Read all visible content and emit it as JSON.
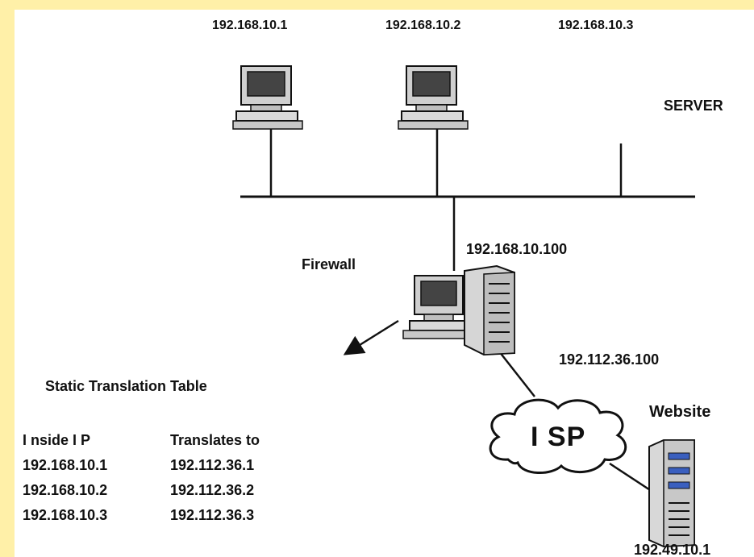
{
  "hosts": [
    {
      "ip": "192.168.10.1"
    },
    {
      "ip": "192.168.10.2"
    },
    {
      "ip": "192.168.10.3"
    }
  ],
  "server_label": "SERVER",
  "firewall": {
    "label": "Firewall",
    "inside_ip": "192.168.10.100",
    "outside_ip": "192.112.36.100"
  },
  "isp_label": "I SP",
  "website": {
    "label": "Website",
    "ip": "192.49.10.1"
  },
  "translation_table": {
    "title": "Static Translation Table",
    "headers": [
      "I nside I P",
      "Translates to"
    ],
    "rows": [
      [
        "192.168.10.1",
        "192.112.36.1"
      ],
      [
        "192.168.10.2",
        "192.112.36.2"
      ],
      [
        "192.168.10.3",
        "192.112.36.3"
      ]
    ]
  },
  "colors": {
    "background": "#ffffff",
    "band": "#fff0a8",
    "line": "#111111",
    "device_gray": "#bdbdbd"
  }
}
